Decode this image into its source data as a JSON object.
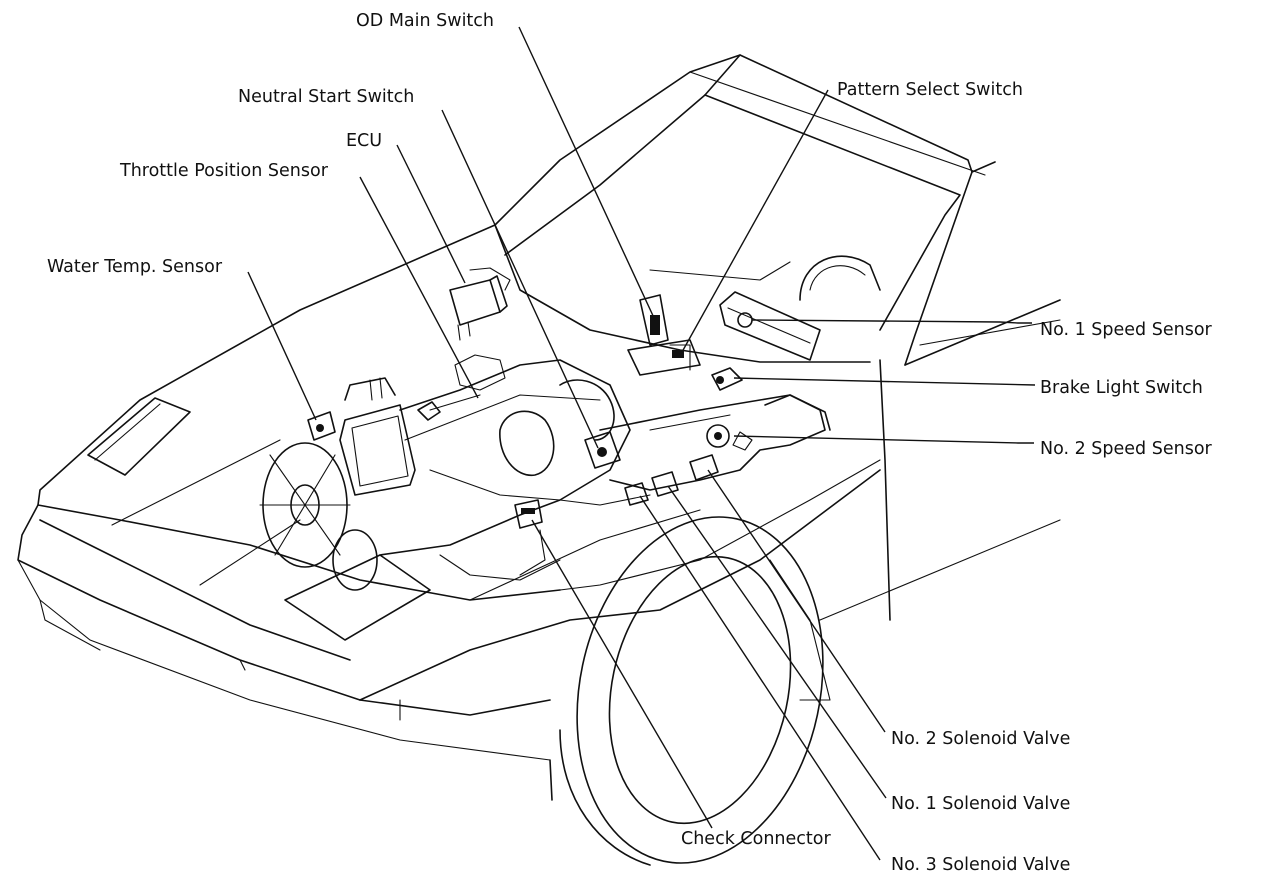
{
  "labels": {
    "od_main_switch": "OD Main Switch",
    "neutral_start_switch": "Neutral Start Switch",
    "pattern_select_switch": "Pattern Select Switch",
    "ecu": "ECU",
    "throttle_position_sensor": "Throttle Position Sensor",
    "water_temp_sensor": "Water Temp. Sensor",
    "no1_speed_sensor": "No. 1 Speed Sensor",
    "brake_light_switch": "Brake Light Switch",
    "no2_speed_sensor": "No. 2 Speed Sensor",
    "no2_solenoid_valve": "No. 2 Solenoid Valve",
    "no1_solenoid_valve": "No. 1 Solenoid Valve",
    "check_connector": "Check Connector",
    "no3_solenoid_valve": "No. 3 Solenoid Valve"
  }
}
